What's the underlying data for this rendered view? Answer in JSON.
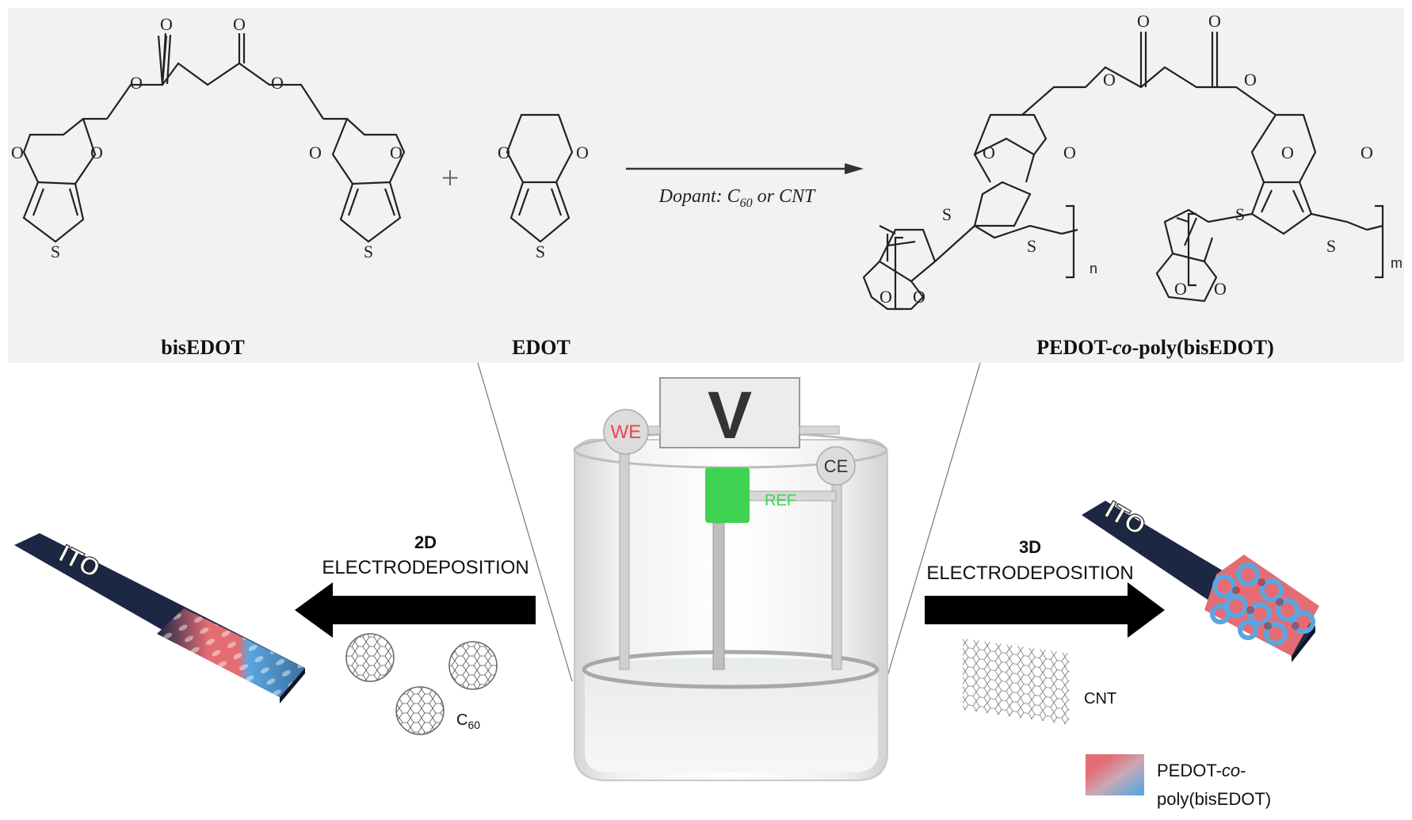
{
  "reaction": {
    "plus": "+",
    "monomer1": {
      "label": "bisEDOT",
      "atoms": [
        "O",
        "O",
        "O",
        "O",
        "O",
        "O",
        "O",
        "O",
        "S",
        "S"
      ]
    },
    "monomer2": {
      "label": "EDOT",
      "atoms": [
        "O",
        "O",
        "S"
      ]
    },
    "arrow": {
      "label_prefix": "Dopant: C",
      "label_sub": "60",
      "label_suffix": " or CNT"
    },
    "product": {
      "label_prefix": "PEDOT-",
      "label_italic": "co",
      "label_suffix": "-poly(bisEDOT)",
      "repeat_n": "n",
      "repeat_m": "m",
      "atoms": [
        "O",
        "O",
        "O",
        "O",
        "O",
        "O",
        "O",
        "O",
        "O",
        "O",
        "O",
        "O",
        "S",
        "S",
        "S",
        "S"
      ]
    }
  },
  "cell": {
    "voltmeter": "V",
    "we": "WE",
    "ce": "CE",
    "ref": "REF"
  },
  "left_process": {
    "title": "2D",
    "subtitle": "ELECTRODEPOSITION",
    "dopant_prefix": "C",
    "dopant_sub": "60",
    "substrate": "ITO"
  },
  "right_process": {
    "title": "3D",
    "subtitle": "ELECTRODEPOSITION",
    "dopant": "CNT",
    "substrate": "ITO"
  },
  "legend": {
    "line1_prefix": "PEDOT-",
    "line1_italic": "co",
    "line1_suffix": "-",
    "line2": "poly(bisEDOT)"
  },
  "colors": {
    "polymer_red": "#e46d74",
    "polymer_blue": "#5aa6e0",
    "electrode_we": "#e8474a",
    "electrode_ref": "#3fd352",
    "substrate_navy": "#1c2743",
    "panel_gray": "#f2f2f2"
  }
}
